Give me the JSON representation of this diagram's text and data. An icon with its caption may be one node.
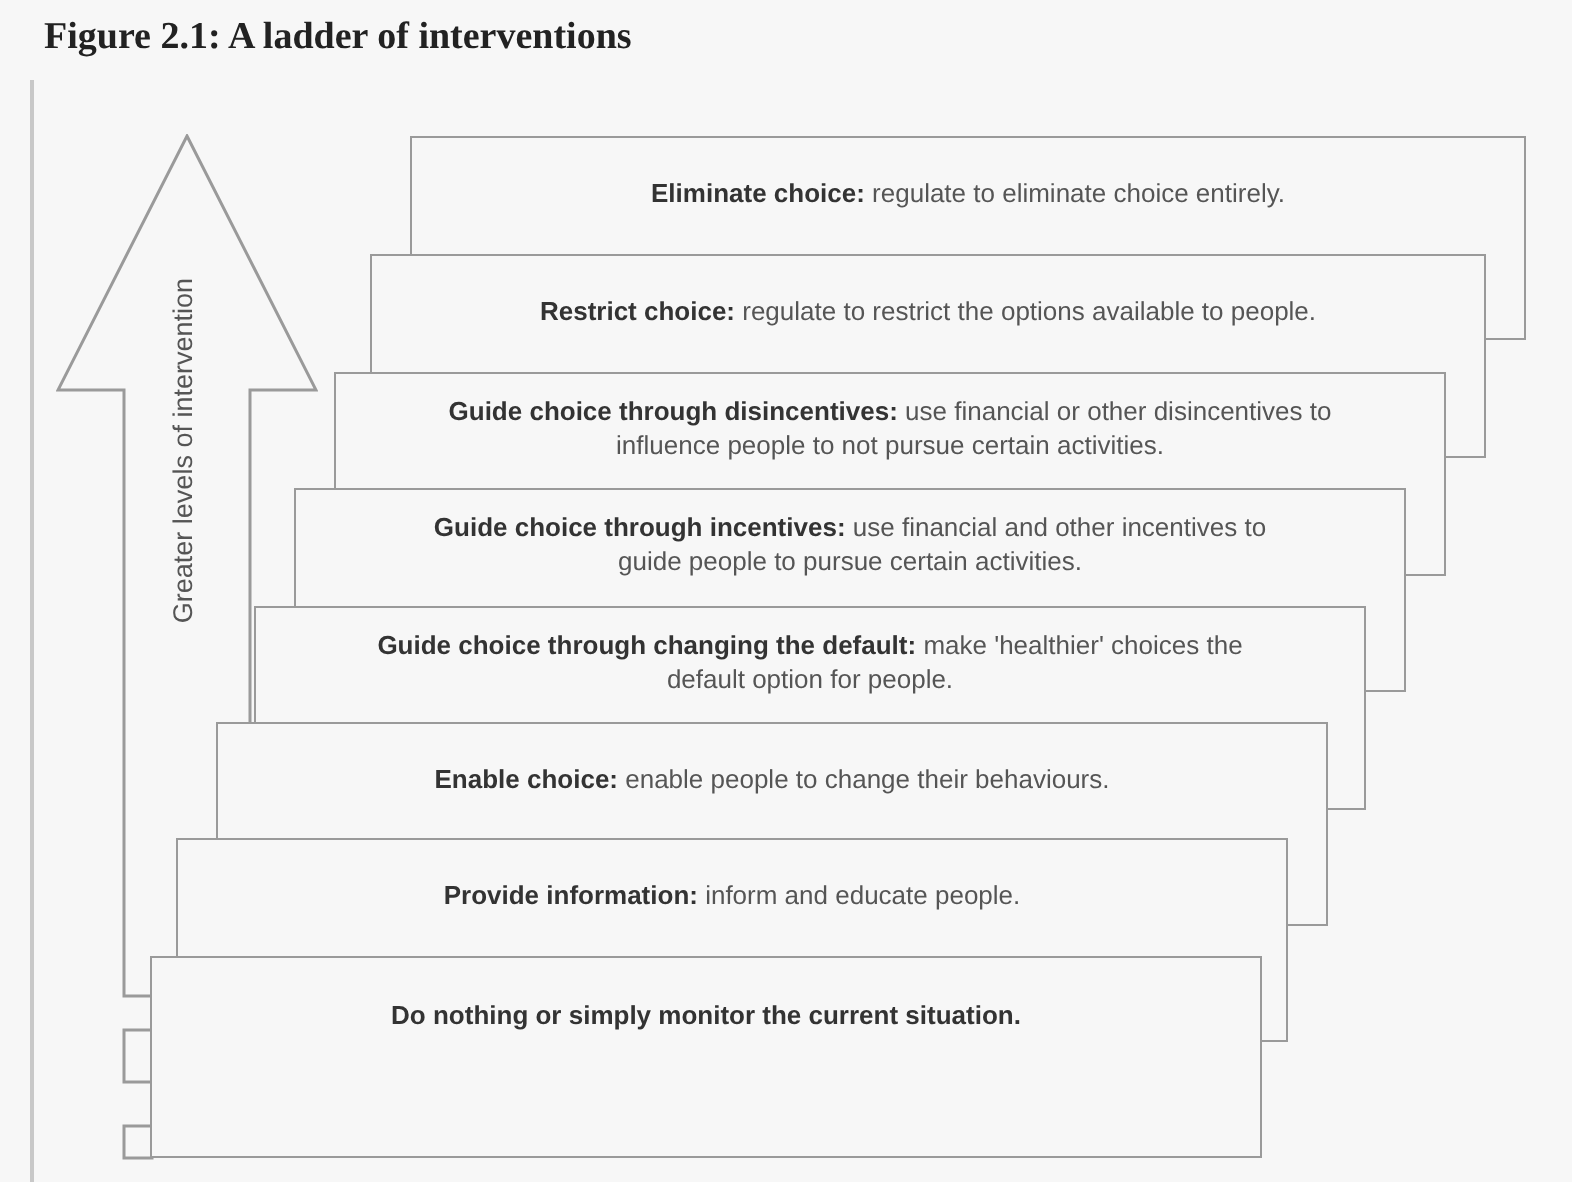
{
  "diagram": {
    "title": "Figure 2.1: A ladder of interventions",
    "nodes": [
      {
        "text": [
          "Greater levels of intervention"
        ]
      },
      {
        "text": [
          "**Eliminate choice:** regulate to eliminate choice entirely."
        ]
      },
      {
        "text": [
          "**Restrict choice:** regulate to restrict the options available to people."
        ]
      },
      {
        "text": [
          "**Guide choice through disincentives:** use financial or other disincentives to influence people to not pursue certain activities."
        ]
      },
      {
        "text": [
          "**Guide choice through incentives:** use financial and other incentives to guide people to pursue certain activities."
        ]
      },
      {
        "text": [
          "**Guide choice through changing the default:** make 'healthier' choices the default option for people."
        ]
      },
      {
        "text": [
          "**Enable choice:** enable people to change their behaviours."
        ]
      },
      {
        "text": [
          "**Provide information:** inform and educate people."
        ]
      },
      {
        "text": [
          "Do nothing or simply monitor the current situation."
        ]
      }
    ],
    "edges": []
  }
}
